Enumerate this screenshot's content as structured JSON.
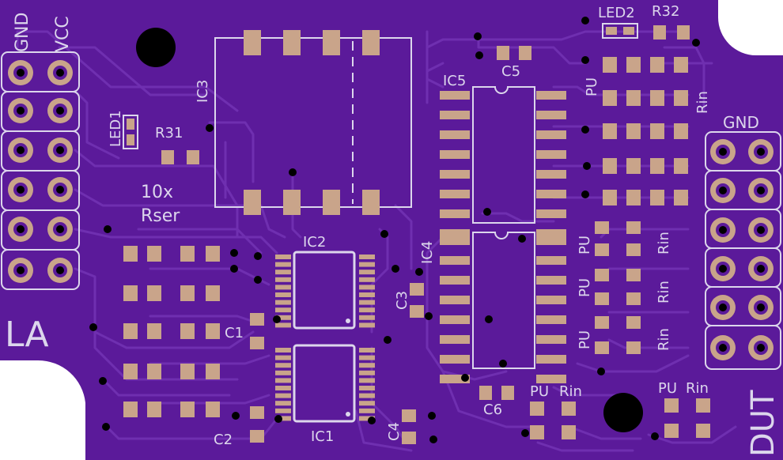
{
  "board": {
    "colors": {
      "substrate": "#5b1a9a",
      "copper_trace": "#6f2fb0",
      "pad": "#c9a48a",
      "silkscreen": "#dcd6ec",
      "hole": "#000000",
      "background": "#ffffff"
    }
  },
  "labels": {
    "gnd_left": "GND",
    "vcc_left": "VCC",
    "led1": "LED1",
    "r31": "R31",
    "ic3": "IC3",
    "ic5": "IC5",
    "c5": "C5",
    "led2": "LED2",
    "r32": "R32",
    "pu_top": "PU",
    "rin_top": "Rin",
    "gnd_right": "GND",
    "rser_mult": "10x",
    "rser": "Rser",
    "ic2": "IC2",
    "ic4": "IC4",
    "c3": "C3",
    "c1": "C1",
    "la": "LA",
    "pu1": "PU",
    "rin1": "Rin",
    "pu2": "PU",
    "rin2": "Rin",
    "pu3": "PU",
    "rin3": "Rin",
    "c6": "C6",
    "pu_bl": "PU",
    "rin_bl": "Rin",
    "pu_br": "PU",
    "rin_br": "Rin",
    "c4": "C4",
    "c2": "C2",
    "ic1": "IC1",
    "dut": "DUT"
  }
}
